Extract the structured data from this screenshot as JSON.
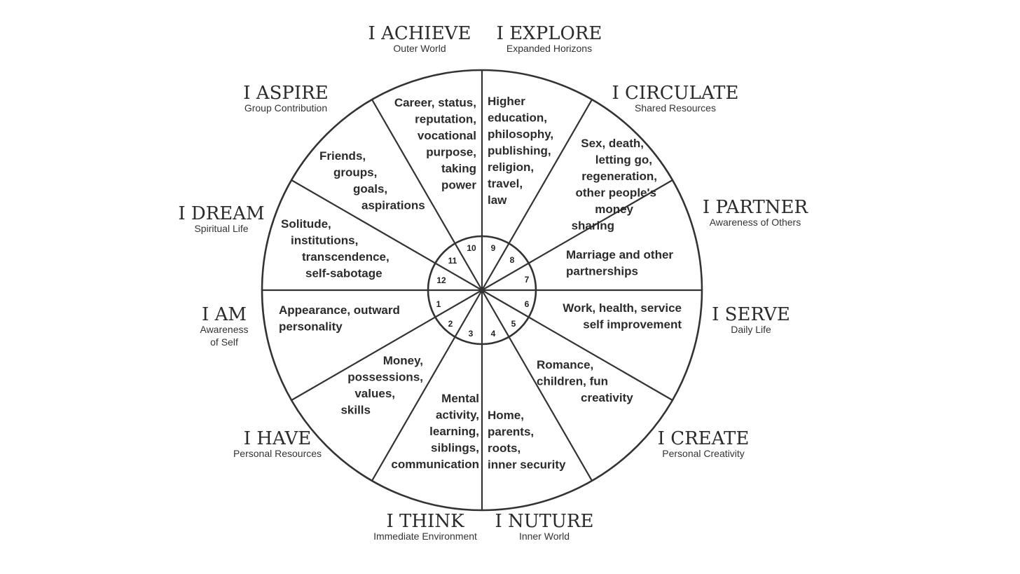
{
  "colors": {
    "ink": "#2b2b2b",
    "background": "#ffffff"
  },
  "houses": [
    {
      "number": "1",
      "angle": 180,
      "text": [
        "Appearance, outward",
        "personality"
      ],
      "title": "I AM",
      "subtitle": [
        "Awareness",
        "of Self"
      ]
    },
    {
      "number": "2",
      "angle": 150,
      "text": [
        "Money,",
        "possessions,",
        "values,",
        "skills"
      ],
      "title": "I HAVE",
      "subtitle": [
        "Personal Resources"
      ]
    },
    {
      "number": "3",
      "angle": 105,
      "text": [
        "Mental",
        "activity,",
        "learning,",
        "siblings,",
        "communication"
      ],
      "title": "I THINK",
      "subtitle": [
        "Immediate Environment"
      ]
    },
    {
      "number": "4",
      "angle": 75,
      "text": [
        "Home,",
        "parents,",
        "roots,",
        "inner security"
      ],
      "title": "I NUTURE",
      "subtitle": [
        "Inner World"
      ]
    },
    {
      "number": "5",
      "angle": 30,
      "text": [
        "Romance,",
        "children, fun",
        "creativity"
      ],
      "title": "I CREATE",
      "subtitle": [
        "Personal Creativity"
      ]
    },
    {
      "number": "6",
      "angle": 0,
      "text": [
        "Work, health, service",
        "self improvement"
      ],
      "title": "I SERVE",
      "subtitle": [
        "Daily Life"
      ]
    },
    {
      "number": "7",
      "angle": -15,
      "text": [
        "Marriage and other",
        "partnerships"
      ],
      "title": "I PARTNER",
      "subtitle": [
        "Awareness of Others"
      ]
    },
    {
      "number": "8",
      "angle": -45,
      "text": [
        "Sex, death,",
        "letting go,",
        "regeneration,",
        "other people's",
        "money",
        "sharing"
      ],
      "title": "I CIRCULATE",
      "subtitle": [
        "Shared Resources"
      ]
    },
    {
      "number": "9",
      "angle": -75,
      "text": [
        "Higher",
        "education,",
        "philosophy,",
        "publishing,",
        "religion,",
        "travel,",
        "law"
      ],
      "title": "I EXPLORE",
      "subtitle": [
        "Expanded Horizons"
      ]
    },
    {
      "number": "10",
      "angle": -105,
      "text": [
        "Career, status,",
        "reputation,",
        "vocational",
        "purpose,",
        "taking",
        "power"
      ],
      "title": "I ACHIEVE",
      "subtitle": [
        "Outer World"
      ]
    },
    {
      "number": "11",
      "angle": -150,
      "text": [
        "Friends,",
        "groups,",
        "goals,",
        "aspirations"
      ],
      "title": "I ASPIRE",
      "subtitle": [
        "Group Contribution"
      ]
    },
    {
      "number": "12",
      "angle": -165,
      "text": [
        "Solitude,",
        "institutions,",
        "transcendence,",
        "self-sabotage"
      ],
      "title": "I DREAM",
      "subtitle": [
        "Spiritual Life"
      ]
    }
  ]
}
